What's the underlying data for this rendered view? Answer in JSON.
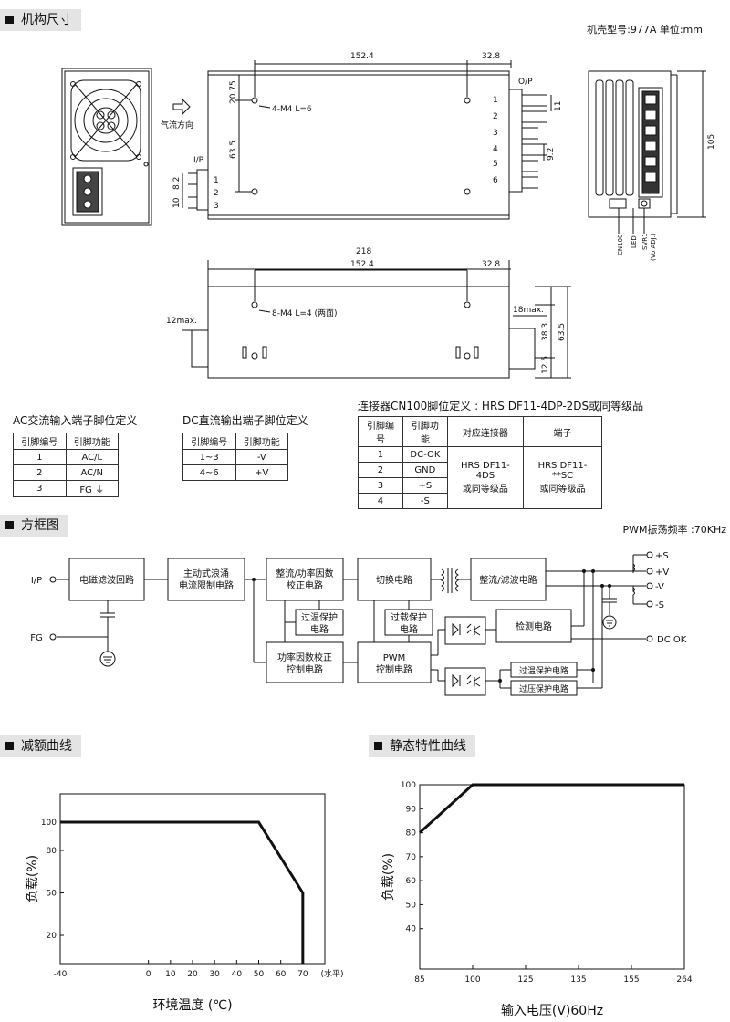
{
  "sections": {
    "mech": "机构尺寸",
    "block": "方框图",
    "derating": "减额曲线",
    "static": "静态特性曲线"
  },
  "case_info": "机壳型号:977A   单位:mm",
  "pwm_freq": "PWM振荡频率 :70KHz",
  "mech": {
    "airflow": "气流方向",
    "ip": "I/P",
    "op": "O/P",
    "dim_152": "152.4",
    "dim_32": "32.8",
    "dim_218": "218",
    "dim_2075": "20.75",
    "dim_635": "63.5",
    "dim_82": "8.2",
    "dim_10": "10",
    "dim_11": "11",
    "dim_92": "9.2",
    "dim_105": "105",
    "dim_12max": "12max.",
    "dim_18max": "18max.",
    "dim_383": "38.3",
    "dim_125": "12.5",
    "screw_top": "4-M4 L=6",
    "screw_side": "8-M4 L=4 (两面)",
    "cn100": "CN100",
    "led": "LED",
    "svr1": "SVR1",
    "voadj": "(Vo ADJ.)",
    "pins_ip": [
      "1",
      "2",
      "3"
    ],
    "pins_op": [
      "1",
      "2",
      "3",
      "4",
      "5",
      "6"
    ]
  },
  "ac_table": {
    "title": "AC交流输入端子脚位定义",
    "headers": [
      "引脚编号",
      "引脚功能"
    ],
    "rows": [
      [
        "1",
        "AC/L"
      ],
      [
        "2",
        "AC/N"
      ],
      [
        "3",
        "FG ⏚"
      ]
    ]
  },
  "dc_table": {
    "title": "DC直流输出端子脚位定义",
    "headers": [
      "引脚编号",
      "引脚功能"
    ],
    "rows": [
      [
        "1~3",
        "-V"
      ],
      [
        "4~6",
        "+V"
      ]
    ]
  },
  "cn_table": {
    "title": "连接器CN100脚位定义 : HRS DF11-4DP-2DS或同等级品",
    "headers": [
      "引脚编号",
      "引脚功能",
      "对应连接器",
      "端子"
    ],
    "rows": [
      [
        "1",
        "DC-OK"
      ],
      [
        "2",
        "GND"
      ],
      [
        "3",
        "+S"
      ],
      [
        "4",
        "-S"
      ]
    ],
    "mate": "HRS DF11-4DS\n或同等级品",
    "terminal": "HRS DF11-**SC\n或同等级品"
  },
  "block": {
    "ip": "I/P",
    "fg": "FG",
    "emi": "电磁滤波回路",
    "inrush": "主动式浪涌\n电流限制电路",
    "rect_pfc": "整流/功率因数\n校正电路",
    "switch": "切换电路",
    "rect_filter": "整流/滤波电路",
    "otp1": "过温保护\n电路",
    "olp": "过载保护\n电路",
    "pfc_ctrl": "功率因数校正\n控制电路",
    "pwm": "PWM\n控制电路",
    "detect": "检测电路",
    "otp2": "过温保护电路",
    "ovp": "过压保护电路",
    "out_ps": "+S",
    "out_pv": "+V",
    "out_mv": "-V",
    "out_ms": "-S",
    "dcok": "DC OK"
  },
  "chart_data": [
    {
      "type": "line",
      "x": [
        -40,
        50,
        70,
        70
      ],
      "y": [
        100,
        100,
        50,
        0
      ],
      "xticks": [
        "-40",
        "0",
        "10",
        "20",
        "30",
        "40",
        "50",
        "60",
        "70"
      ],
      "xtick_values": [
        -40,
        0,
        10,
        20,
        30,
        40,
        50,
        60,
        70
      ],
      "yticks": [
        20,
        50,
        80,
        100
      ],
      "xunit": "(水平)",
      "xlabel": "环境温度 (℃)",
      "ylabel": "负载(%)",
      "xlim": [
        -40,
        80
      ],
      "ylim": [
        0,
        120
      ]
    },
    {
      "type": "line",
      "x": [
        85,
        100,
        264
      ],
      "y": [
        80,
        100,
        100
      ],
      "xticks": [
        "85",
        "100",
        "125",
        "135",
        "155",
        "264"
      ],
      "yticks": [
        40,
        50,
        60,
        70,
        80,
        90,
        100
      ],
      "xlabel": "输入电压(V)60Hz",
      "ylabel": "负载(%)",
      "ylim": [
        30,
        100
      ]
    }
  ]
}
